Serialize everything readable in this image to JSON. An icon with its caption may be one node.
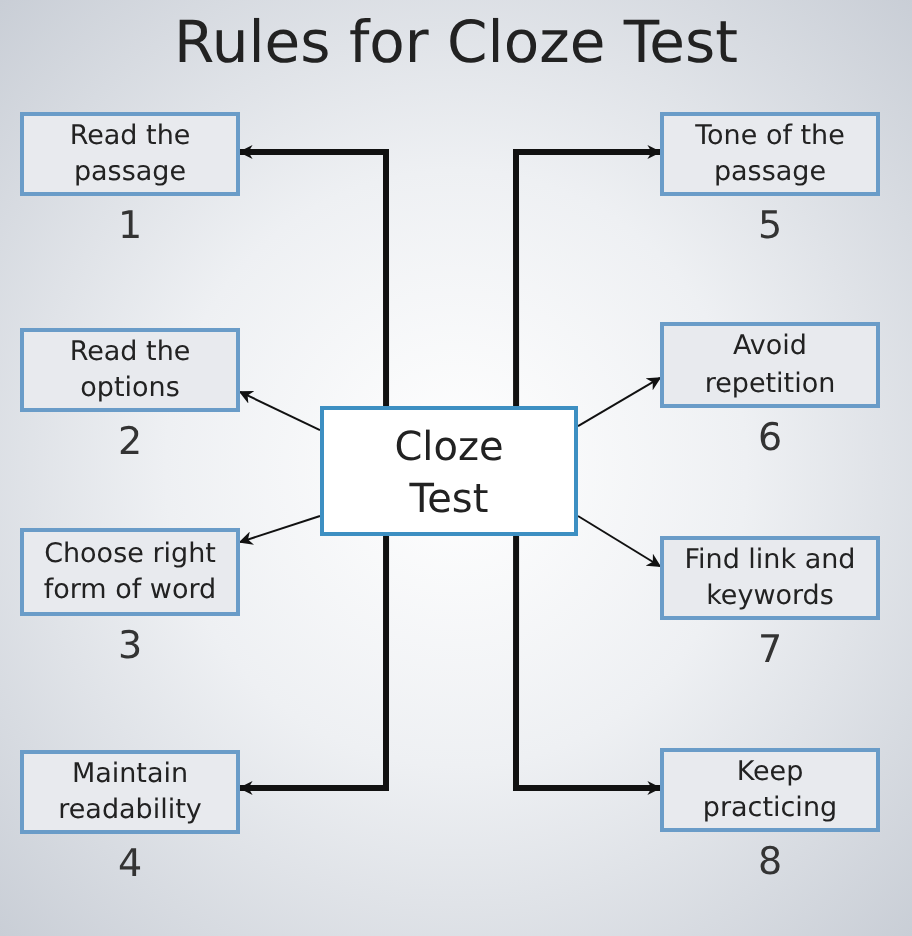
{
  "diagram": {
    "title": "Rules for Cloze Test",
    "nodes": [
      {
        "text": [
          "Cloze Test"
        ]
      },
      {
        "text": [
          "Read the passage"
        ],
        "beside": [
          "1"
        ]
      },
      {
        "text": [
          "Read the options"
        ],
        "beside": [
          "2"
        ]
      },
      {
        "text": [
          "Choose right form of word"
        ],
        "beside": [
          "3"
        ]
      },
      {
        "text": [
          "Maintain readability"
        ],
        "beside": [
          "4"
        ]
      },
      {
        "text": [
          "Tone of the passage"
        ],
        "beside": [
          "5"
        ]
      },
      {
        "text": [
          "Avoid repetition"
        ],
        "beside": [
          "6"
        ]
      },
      {
        "text": [
          "Find link and keywords"
        ],
        "beside": [
          "7"
        ]
      },
      {
        "text": [
          "Keep practicing"
        ],
        "beside": [
          "8"
        ]
      }
    ],
    "edges": [
      {
        "from": 0,
        "to": 1,
        "arrow": "to",
        "style": "thick"
      },
      {
        "from": 0,
        "to": 2,
        "arrow": "to"
      },
      {
        "from": 0,
        "to": 3,
        "arrow": "to"
      },
      {
        "from": 0,
        "to": 4,
        "arrow": "to",
        "style": "thick"
      },
      {
        "from": 0,
        "to": 5,
        "arrow": "to",
        "style": "thick"
      },
      {
        "from": 0,
        "to": 6,
        "arrow": "to"
      },
      {
        "from": 0,
        "to": 7,
        "arrow": "to"
      },
      {
        "from": 0,
        "to": 8,
        "arrow": "to",
        "style": "thick"
      }
    ]
  }
}
